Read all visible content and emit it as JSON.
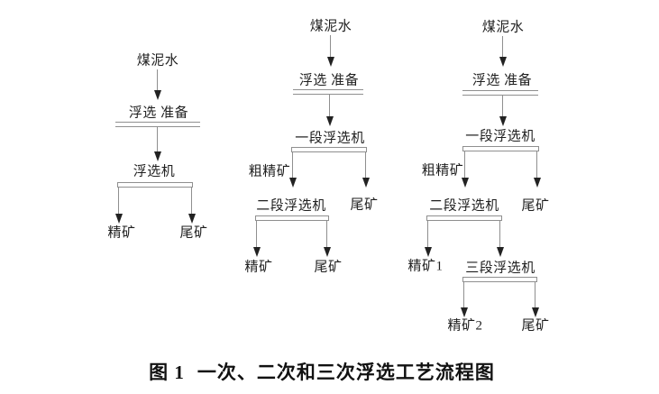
{
  "figure": {
    "caption_prefix": "图 1",
    "caption_title": "一次、二次和三次浮选工艺流程图"
  },
  "charts": [
    {
      "id": "single-stage-flotation",
      "source": "煤泥水",
      "prep": "浮选 准备",
      "stage1": "浮选机",
      "stage1_left": "精矿",
      "stage1_right": "尾矿"
    },
    {
      "id": "two-stage-flotation",
      "source": "煤泥水",
      "prep": "浮选 准备",
      "stage1": "一段浮选机",
      "rough_label": "粗精矿",
      "stage1_right": "尾矿",
      "stage2": "二段浮选机",
      "stage2_left": "精矿",
      "stage2_right": "尾矿"
    },
    {
      "id": "three-stage-flotation",
      "source": "煤泥水",
      "prep": "浮选 准备",
      "stage1": "一段浮选机",
      "rough_label": "粗精矿",
      "stage1_right": "尾矿",
      "stage2": "二段浮选机",
      "stage2_left": "精矿1",
      "stage3": "三段浮选机",
      "stage3_left": "精矿2",
      "stage3_right": "尾矿"
    }
  ],
  "colors": {
    "background": "#ffffff",
    "text": "#1f1f1f",
    "line": "#8f8f8f",
    "arrow": "#222222"
  }
}
